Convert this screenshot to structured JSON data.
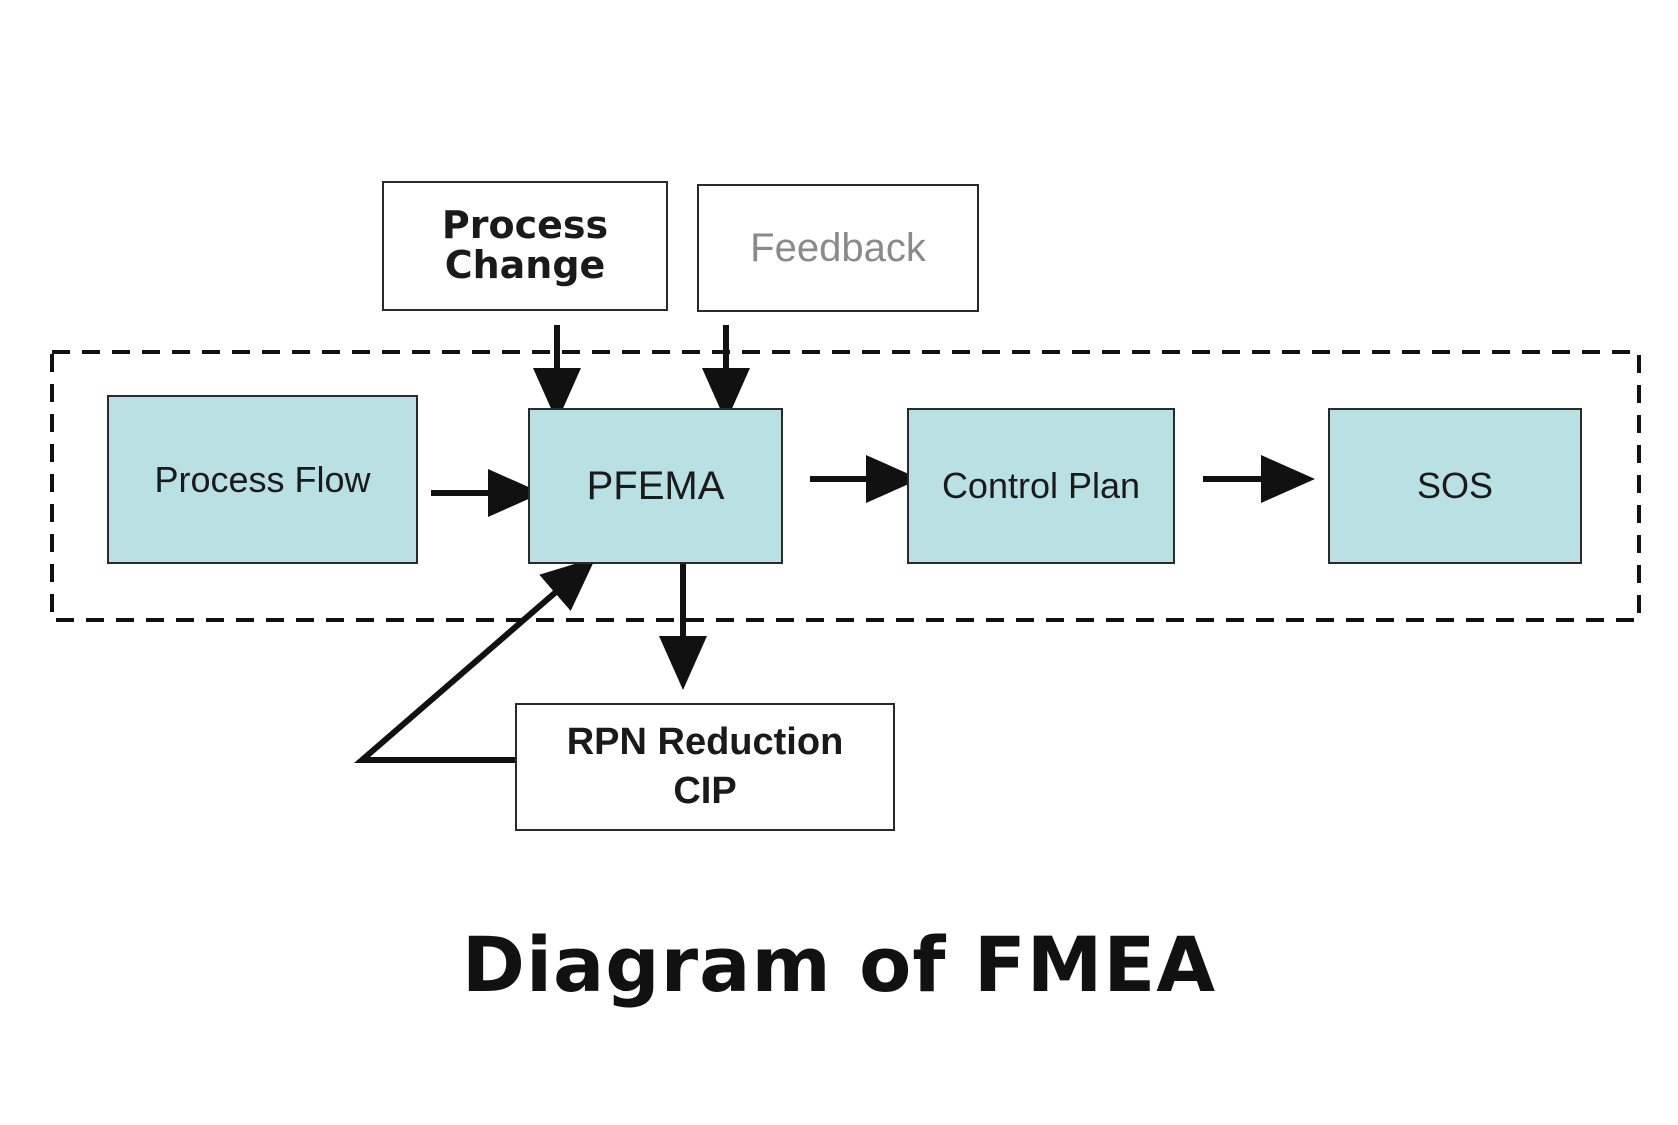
{
  "chart_data": {
    "type": "diagram",
    "title": "Diagram of FMEA",
    "nodes": [
      {
        "id": "process_flow",
        "label": "Process Flow",
        "style": "process"
      },
      {
        "id": "pfema",
        "label": "PFEMA",
        "style": "process"
      },
      {
        "id": "control_plan",
        "label": "Control Plan",
        "style": "process"
      },
      {
        "id": "sos",
        "label": "SOS",
        "style": "process"
      },
      {
        "id": "process_change",
        "label": "Process\nChange",
        "style": "input"
      },
      {
        "id": "feedback",
        "label": "Feedback",
        "style": "input"
      },
      {
        "id": "rpn_reduction",
        "label": "RPN Reduction\nCIP",
        "style": "input"
      }
    ],
    "edges": [
      {
        "from": "process_flow",
        "to": "pfema"
      },
      {
        "from": "pfema",
        "to": "control_plan"
      },
      {
        "from": "control_plan",
        "to": "sos"
      },
      {
        "from": "process_change",
        "to": "pfema"
      },
      {
        "from": "feedback",
        "to": "pfema"
      },
      {
        "from": "pfema",
        "to": "rpn_reduction"
      },
      {
        "from": "rpn_reduction",
        "to": "pfema"
      }
    ],
    "group": {
      "style": "dashed",
      "members": [
        "process_flow",
        "pfema",
        "control_plan",
        "sos"
      ]
    }
  },
  "colors": {
    "process_fill": "#b9e0e3",
    "border": "#2a2a2a",
    "feedback_text": "#8a8a8a",
    "arrow": "#111111"
  }
}
